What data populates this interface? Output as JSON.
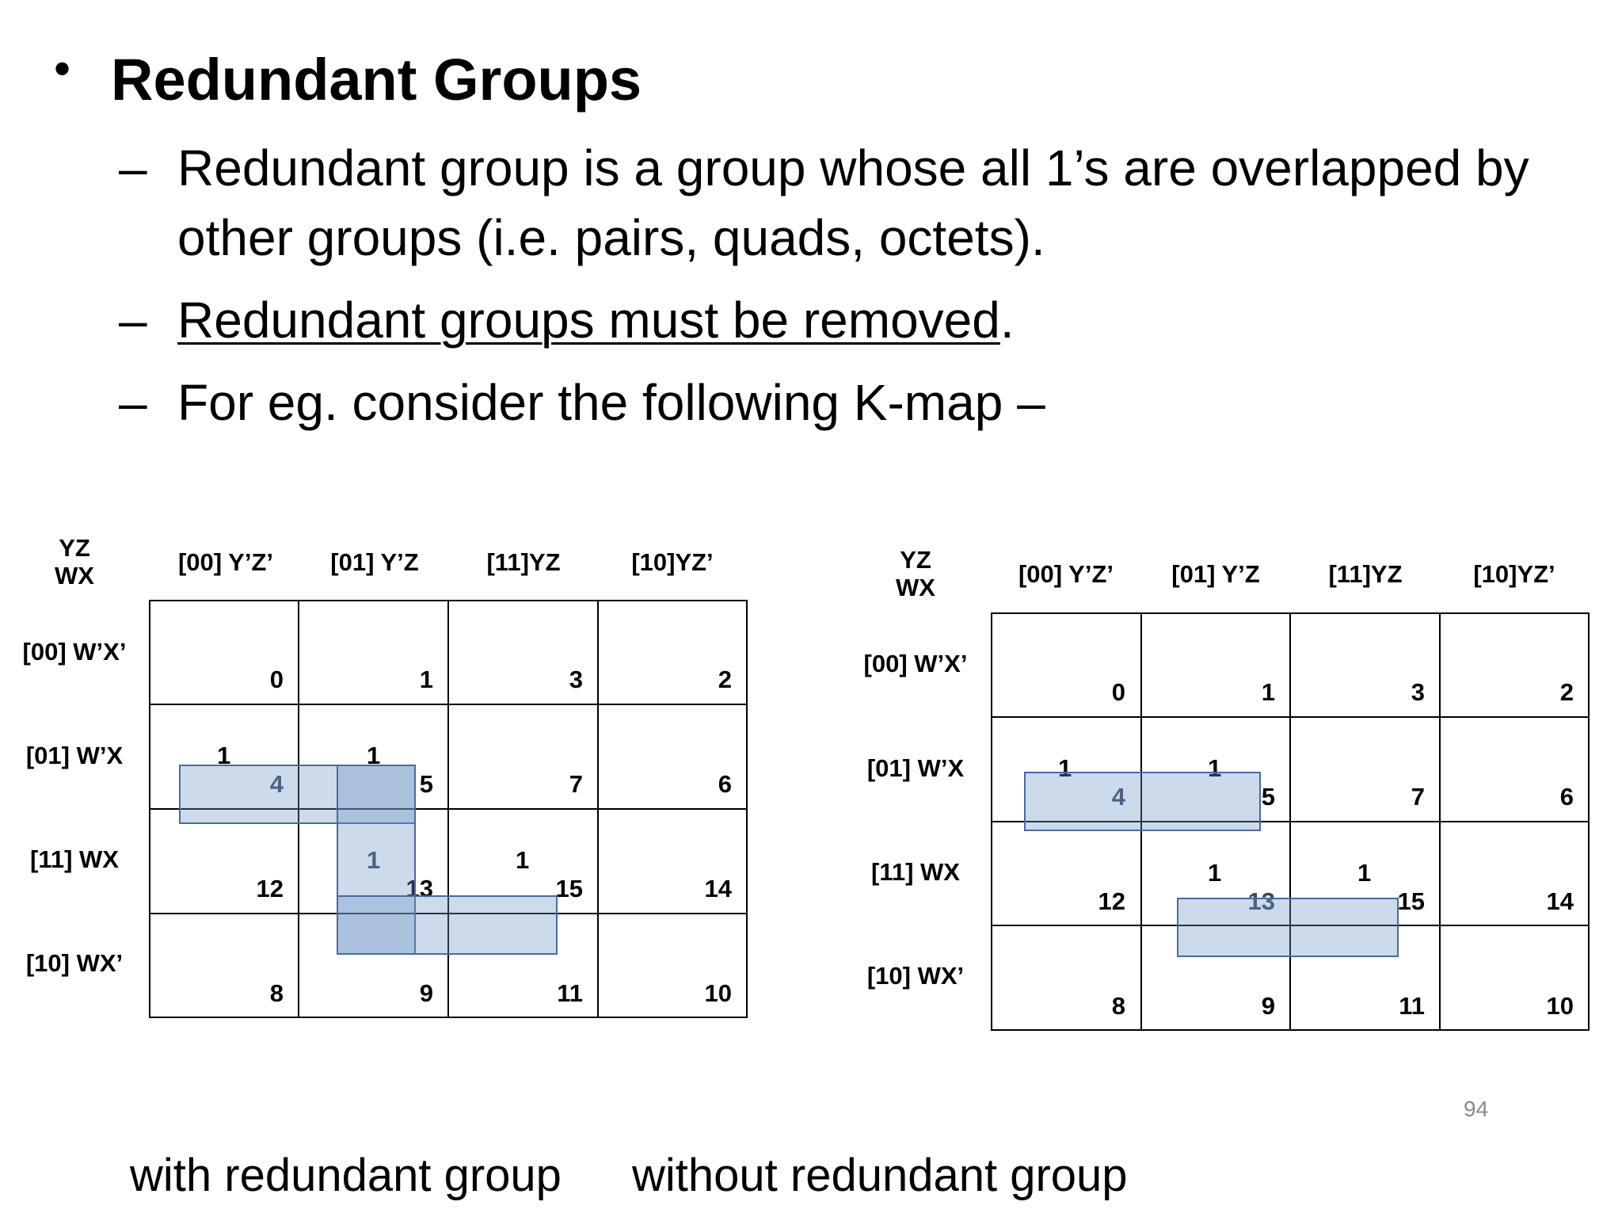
{
  "slide": {
    "bullet_glyph": "•",
    "title": "Redundant Groups",
    "dash": "–",
    "points": [
      {
        "line1": "Redundant group is a group whose all 1’s are overlapped by",
        "line2": "other groups (i.e. pairs, quads, octets)."
      },
      {
        "underlined": "Redundant groups must be removed",
        "tail": "."
      },
      {
        "text": "For eg. consider the following K-map –"
      }
    ],
    "page_number": "94",
    "captions": {
      "left": "with redundant group",
      "right": "without redundant group"
    }
  },
  "kmap_common": {
    "corner_top": "YZ",
    "corner_bottom": "WX",
    "col_headers": [
      "[00] Y’Z’",
      "[01] Y’Z",
      "[11]YZ",
      "[10]YZ’"
    ],
    "row_headers": [
      "[00] W’X’",
      "[01] W’X",
      "[11] WX",
      "[10] WX’"
    ],
    "cell_indices": [
      [
        "0",
        "1",
        "3",
        "2"
      ],
      [
        "4",
        "5",
        "7",
        "6"
      ],
      [
        "12",
        "13",
        "15",
        "14"
      ],
      [
        "8",
        "9",
        "11",
        "10"
      ]
    ],
    "one_label": "1"
  },
  "kmap_left": {
    "ones": [
      [
        1,
        0
      ],
      [
        1,
        1
      ],
      [
        2,
        1
      ],
      [
        2,
        2
      ]
    ],
    "groups": [
      "pair m4-m5",
      "pair m5-m13 (redundant)",
      "pair m13-m15"
    ]
  },
  "kmap_right": {
    "ones": [
      [
        1,
        0
      ],
      [
        1,
        1
      ],
      [
        2,
        1
      ],
      [
        2,
        2
      ]
    ],
    "groups": [
      "pair m4-m5",
      "pair m13-m15"
    ]
  }
}
